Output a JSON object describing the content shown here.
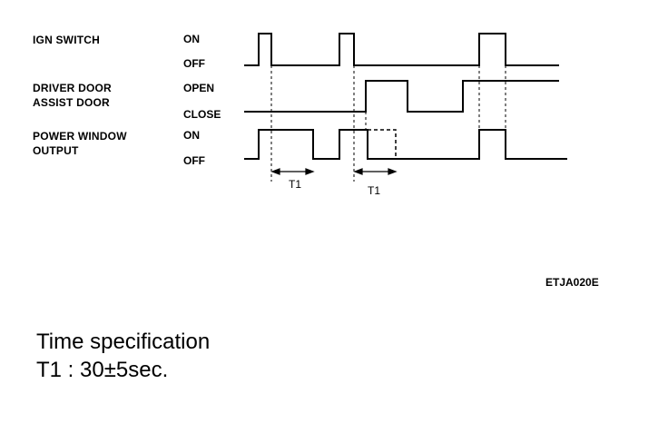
{
  "signals": {
    "ign": {
      "name": "IGN SWITCH",
      "high": "ON",
      "low": "OFF"
    },
    "door": {
      "name_line1": "DRIVER DOOR",
      "name_line2": "ASSIST DOOR",
      "high": "OPEN",
      "low": "CLOSE"
    },
    "window": {
      "name_line1": "POWER WINDOW",
      "name_line2": "OUTPUT",
      "high": "ON",
      "low": "OFF"
    }
  },
  "intervals": {
    "first": "T1",
    "second": "T1"
  },
  "figure_code": "ETJA020E",
  "spec": {
    "title": "Time specification",
    "line": "T1 : 30±5sec."
  }
}
